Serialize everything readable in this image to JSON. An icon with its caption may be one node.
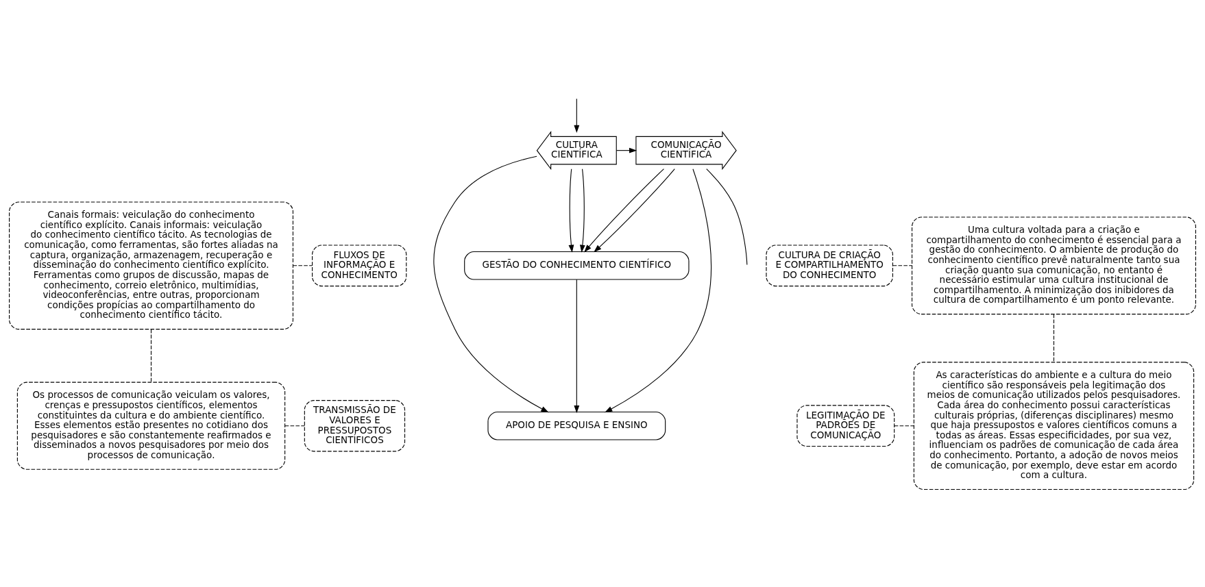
{
  "diagram": {
    "nodes": [
      {
        "text": [
          "Canais formais: veiculação do conhecimento científico explícito. Canais informais: veiculação do conhecimento científico tácito. As tecnologias de comunicação, como ferramentas, são fortes aliadas na captura, organização, armazenagem, recuperação e disseminação do conhecimento científico explícito. Ferramentas como grupos de discussão, mapas de conhecimento, correio eletrônico, multimídias, videoconferências, entre outras, proporcionam condições propícias ao compartilhamento do conhecimento científico tácito."
        ]
      },
      {
        "text": [
          "FLUXOS DE INFORMAÇÃO E CONHECIMENTO"
        ]
      },
      {
        "text": [
          "Os processos de comunicação veiculam os valores, crenças e pressupostos científicos, elementos constituintes da cultura e do ambiente científico. Esses elementos estão presentes no cotidiano dos pesquisadores e são constantemente reafirmados e disseminados a novos pesquisadores por meio dos processos de comunicação."
        ]
      },
      {
        "text": [
          "TRANSMISSÃO DE VALORES E PRESSUPOSTOS CIENTÍFICOS"
        ]
      },
      {
        "text": [
          "GESTÃO DO CONHECIMENTO CIENTÍFICO"
        ]
      },
      {
        "text": [
          "COMUNICAÇÃO CIENTÍFICA"
        ]
      },
      {
        "text": [
          "CULTURA CIENTÍFICA"
        ]
      },
      {
        "text": [
          "APOIO DE PESQUISA E ENSINO"
        ]
      },
      {
        "text": [
          "CULTURA DE CRIAÇÃO E COMPARTILHAMENTO DO CONHECIMENTO"
        ]
      },
      {
        "text": [
          "Uma cultura voltada para a criação e compartilhamento do conhecimento é essencial para a gestão do conhecimento. O ambiente de produção do conhecimento científico prevê naturalmente tanto sua criação quanto sua comunicação, no entanto é necessário estimular uma cultura institucional de compartilhamento. A minimização dos inibidores da cultura de compartilhamento é um ponto relevante."
        ]
      },
      {
        "text": [
          "LEGITIMAÇÃO DE PADRÕES DE COMUNICAÇÃO"
        ]
      },
      {
        "text": [
          "As características do ambiente e a cultura do meio científico são responsáveis pela legitimação dos meios de comunicação utilizados pelos pesquisadores. Cada área do conhecimento possui características culturais próprias, (diferenças disciplinares) mesmo que haja pressupostos e valores científicos comuns a todas as áreas. Essas especificidades, por sua vez, influenciam os padrões de comunicação de cada área do conhecimento. Portanto, a adoção de novos meios de comunicação, por exemplo, deve estar em acordo com a cultura."
        ]
      }
    ],
    "edges": [
      {
        "from": 0,
        "to": 1,
        "arrow": "none",
        "style": "dashed"
      },
      {
        "from": 0,
        "to": 2,
        "arrow": "none",
        "style": "dashed"
      },
      {
        "from": 2,
        "to": 3,
        "arrow": "none",
        "style": "dashed"
      },
      {
        "from": 5,
        "to": 4,
        "arrow": "to"
      },
      {
        "from": 6,
        "to": 4,
        "arrow": "to"
      },
      {
        "from": 5,
        "to": 4,
        "arrow": "to"
      },
      {
        "from": 6,
        "to": 4,
        "arrow": "to"
      },
      {
        "from": 4,
        "to": 7,
        "arrow": "to"
      },
      {
        "from": 5,
        "to": 7,
        "arrow": "to"
      },
      {
        "from": 6,
        "to": 7,
        "arrow": "to"
      },
      {
        "from": 6,
        "to": 5,
        "arrow": "to"
      },
      {
        "from": null,
        "to": 6,
        "arrow": "to"
      },
      {
        "from": 5,
        "to": null,
        "arrow": "none"
      },
      {
        "from": 8,
        "to": 9,
        "arrow": "none",
        "style": "dashed"
      },
      {
        "from": 9,
        "to": 11,
        "arrow": "none",
        "style": "dashed"
      },
      {
        "from": 10,
        "to": 11,
        "arrow": "none",
        "style": "dashed"
      }
    ]
  }
}
